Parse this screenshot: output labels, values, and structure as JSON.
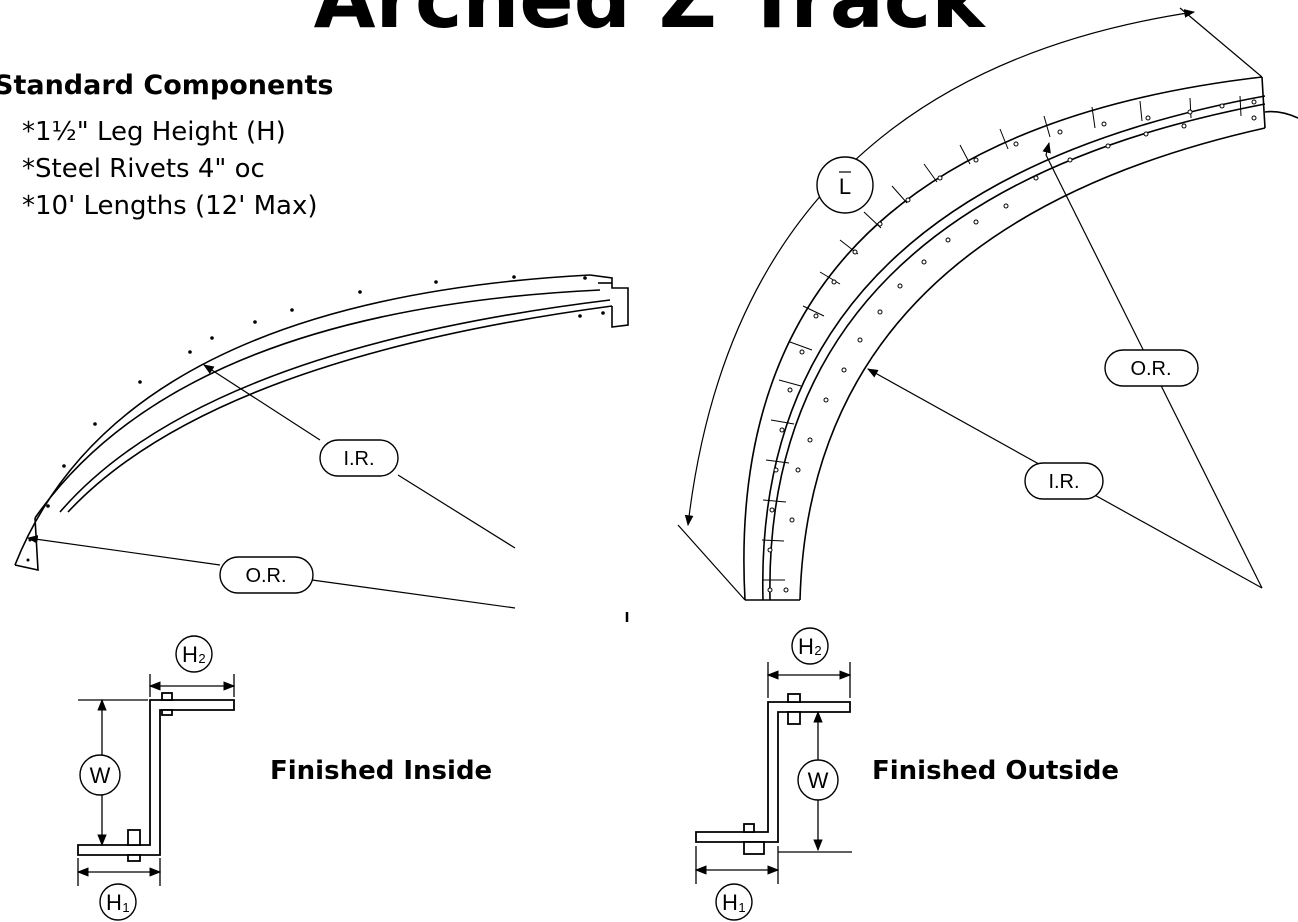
{
  "title": "Arched Z Track",
  "components": {
    "heading": "Standard Components",
    "items": [
      "*1½\" Leg Height (H)",
      "*Steel Rivets 4\" oc",
      "*10' Lengths (12' Max)"
    ]
  },
  "callouts": {
    "ir": "I.R.",
    "or": "O.R.",
    "arc_length": "L",
    "w": "W",
    "h1": "H",
    "h1_sub": "1",
    "h2": "H",
    "h2_sub": "2"
  },
  "captions": {
    "inside": "Finished Inside",
    "outside": "Finished Outside"
  }
}
